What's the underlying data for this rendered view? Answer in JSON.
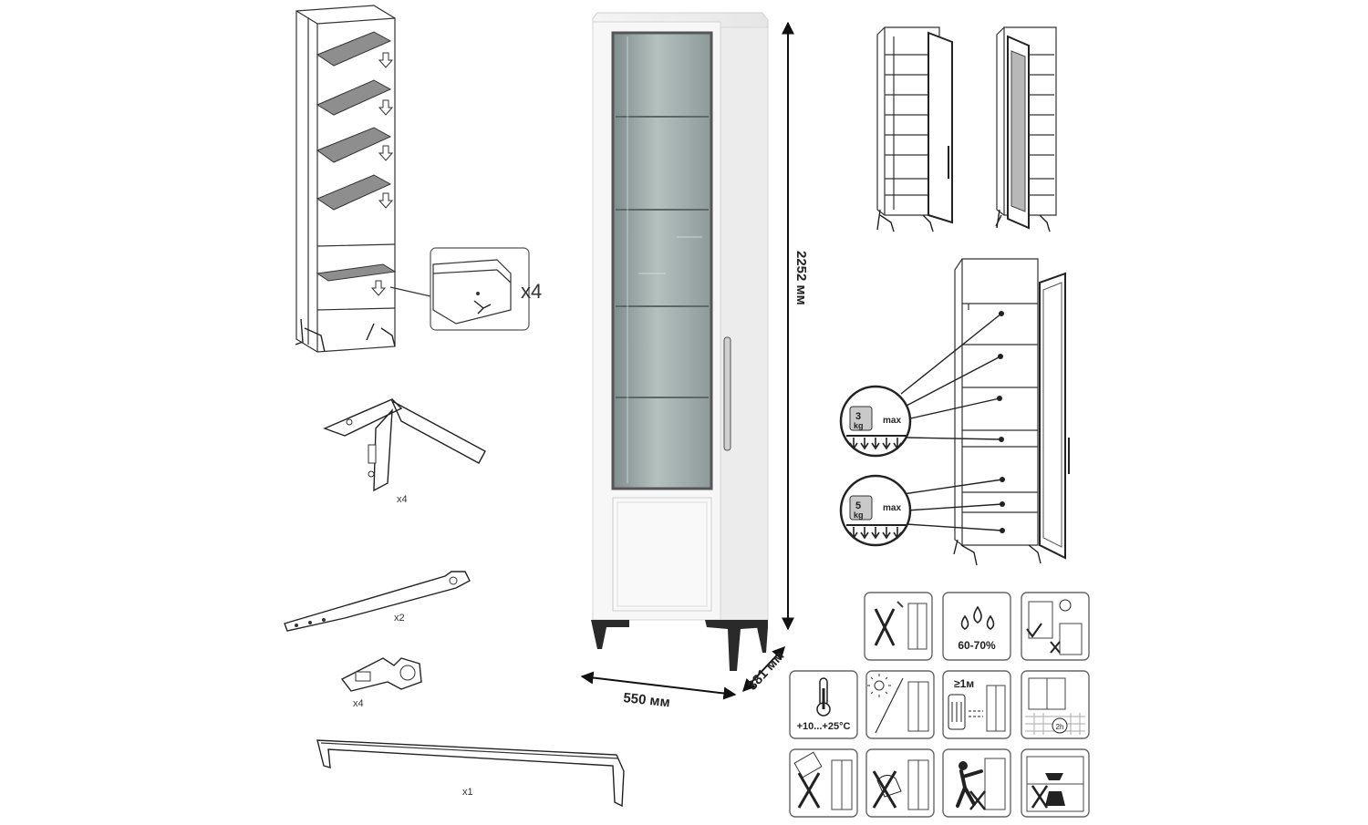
{
  "dimensions": {
    "height": "2252 мм",
    "width": "550 мм",
    "depth": "381 мм"
  },
  "parts": {
    "shelf_supports_qty": "x4",
    "legs_qty": "x4",
    "strap_qty": "x2",
    "hinges_qty": "x4",
    "handle_qty": "x1"
  },
  "load": {
    "shelf_load": "3",
    "drawer_load": "5",
    "unit": "kg",
    "max_label": "max"
  },
  "care": {
    "humidity": "60-70%",
    "temperature": "+10...+25°C",
    "distance": "≥1м",
    "badge": "2h"
  },
  "colors": {
    "cabinet": "#ffffff",
    "glass": "#9aa7a6",
    "legs": "#2a2a2a",
    "icon_bg": "#d8d8d8"
  }
}
